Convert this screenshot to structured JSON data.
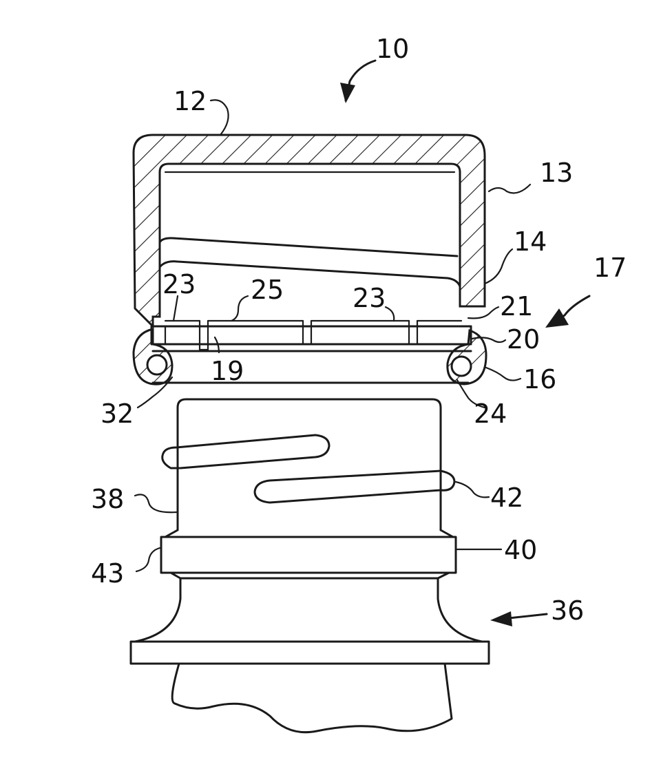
{
  "figure": {
    "ink_color": "#1a1a1a",
    "background": "#ffffff",
    "labels": {
      "l10": "10",
      "l12": "12",
      "l13": "13",
      "l14": "14",
      "l17": "17",
      "l23a": "23",
      "l25": "25",
      "l23b": "23",
      "l21": "21",
      "l20": "20",
      "l19": "19",
      "l16": "16",
      "l32": "32",
      "l24": "24",
      "l38": "38",
      "l42": "42",
      "l40": "40",
      "l43": "43",
      "l36": "36"
    }
  }
}
